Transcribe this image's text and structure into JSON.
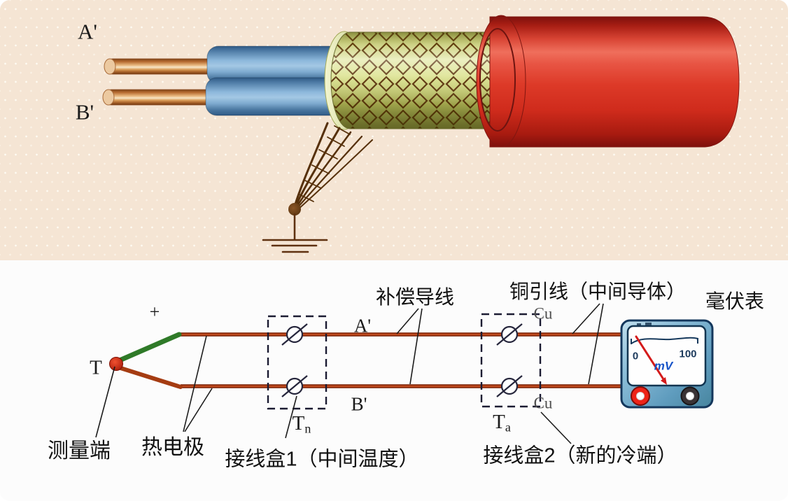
{
  "top_illustration": {
    "label_a": "A'",
    "label_b": "B'"
  },
  "circuit": {
    "plus_sign": "+",
    "hot_junction_label": "T",
    "wire_a_label": "A'",
    "wire_b_label": "B'",
    "tn_main": "T",
    "tn_sub": "n",
    "ta_main": "T",
    "ta_sub": "a",
    "cu_top": "Cu",
    "cu_bottom": "Cu",
    "callouts": {
      "measuring_end": "测量端",
      "thermo_electrodes": "热电极",
      "compensation_wire": "补偿导线",
      "copper_lead": "铜引线（中间导体）",
      "millivoltmeter": "毫伏表",
      "junction_box1": "接线盒1（中间温度）",
      "junction_box2": "接线盒2（新的冷端）"
    },
    "meter": {
      "scale_min": "0",
      "scale_max": "100",
      "unit": "mV"
    }
  },
  "colors": {
    "background_top": "#f5e5d4",
    "panel_white": "#fcfcfc",
    "jacket_red": "#d93226",
    "insulation_blue": "#7aaed6",
    "braid_yellow": "#d6dc8a",
    "braid_line_brown": "#5a3208",
    "wire_brown": "#9c2f10",
    "electrode_green": "#2f7a28",
    "junction_dot_red": "#c01808",
    "meter_body_blue": "#6ca6c8"
  }
}
